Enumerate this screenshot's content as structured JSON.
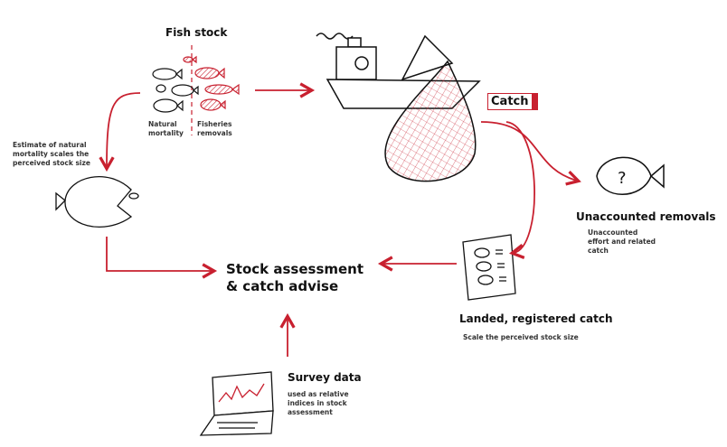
{
  "colors": {
    "accent": "#c8202f",
    "ink": "#111111"
  },
  "fish_stock": {
    "title": "Fish stock",
    "left_label": "Natural\nmortality",
    "right_label": "Fisheries\nremovals"
  },
  "catch": {
    "label": "Catch"
  },
  "natural_mortality": {
    "text": "Estimate of natural mortality scales the perceived stock size"
  },
  "unaccounted": {
    "title": "Unaccounted removals",
    "text": "Unaccounted effort and related catch",
    "icon": "question-fish-icon"
  },
  "landed": {
    "title": "Landed, registered catch",
    "text": "Scale the perceived stock size"
  },
  "assessment": {
    "title_line1": "Stock assessment",
    "title_line2": "& catch advise"
  },
  "survey": {
    "title": "Survey data",
    "text": "used as relative indices in stock assessment"
  }
}
